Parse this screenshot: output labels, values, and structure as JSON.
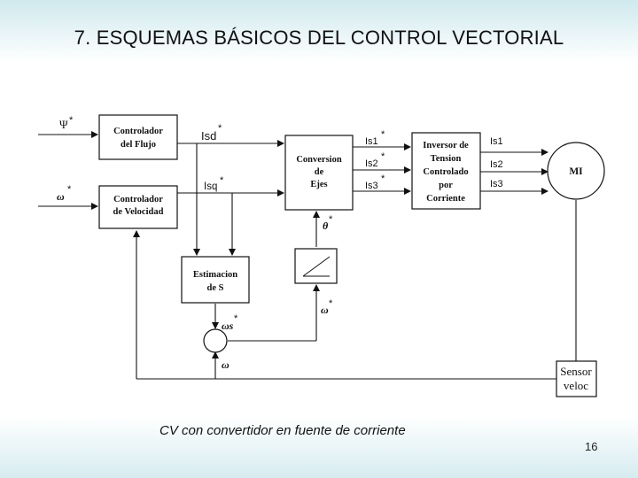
{
  "slide": {
    "title": "7. ESQUEMAS BÁSICOS DEL CONTROL VECTORIAL",
    "caption": "CV con convertidor en fuente de corriente",
    "page_number": "16"
  },
  "diagram": {
    "inputs": {
      "psi_ref": "Ψ",
      "omega_ref": "ω",
      "star": "*"
    },
    "blocks": {
      "flux_controller": [
        "Controlador",
        "del Flujo"
      ],
      "speed_controller": [
        "Controlador",
        "de Velocidad"
      ],
      "axis_conversion": [
        "Conversion",
        "de",
        "Ejes"
      ],
      "inverter": [
        "Inversor de",
        "Tension",
        "Controlado",
        "por",
        "Corriente"
      ],
      "motor": "MI",
      "slip_estimator": [
        "Estimacion",
        "de S"
      ],
      "speed_sensor": [
        "Sensor",
        "veloc"
      ]
    },
    "signals": {
      "isd_ref": "Isd",
      "isq_ref": "Isq",
      "is1_ref": "Is1",
      "is2_ref": "Is2",
      "is3_ref": "Is3",
      "is1": "Is1",
      "is2": "Is2",
      "is3": "Is3",
      "theta_ref": "θ",
      "omega_s_ref": "ωs",
      "omega_ref_integrator": "ω",
      "omega_feedback": "ω",
      "star": "*"
    }
  }
}
